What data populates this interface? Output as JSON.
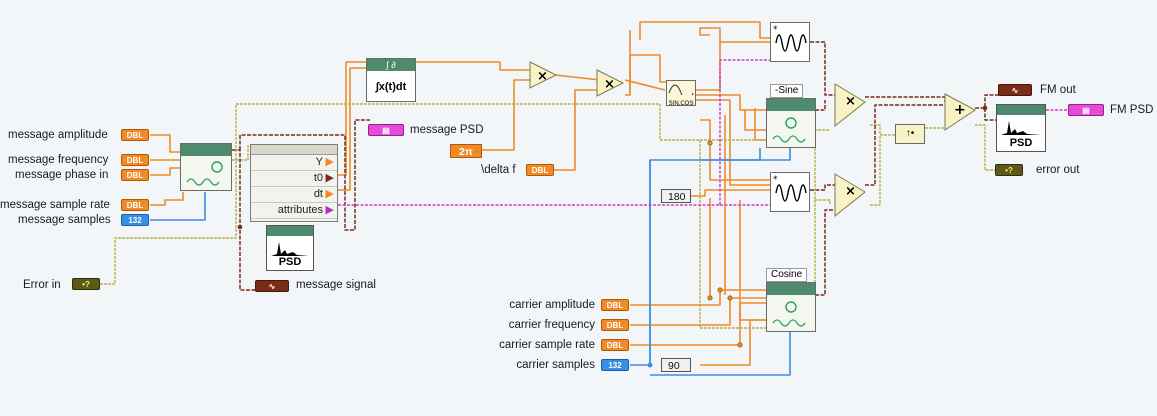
{
  "inputs": {
    "message_amplitude": "message amplitude",
    "message_frequency": "message frequency",
    "message_phase_in": "message phase in",
    "message_sample_rate": "message sample rate",
    "message_samples": "message samples",
    "error_in": "Error in",
    "delta_f": "\\delta f",
    "carrier_amplitude": "carrier amplitude",
    "carrier_frequency": "carrier frequency",
    "carrier_sample_rate": "carrier sample rate",
    "carrier_samples": "carrier samples"
  },
  "outputs": {
    "message_psd": "message PSD",
    "message_signal": "message signal",
    "fm_out": "FM out",
    "fm_psd": "FM PSD",
    "error_out": "error out"
  },
  "terminal_types": {
    "dbl": "DBL",
    "i32": "132"
  },
  "constants": {
    "c180": "180",
    "c90": "90",
    "two_pi": "2π"
  },
  "labels": {
    "minus_sine": "-Sine",
    "cosine": "Cosine",
    "integral_sym": "∫x(t)dt",
    "psd": "PSD",
    "sincos": "SIN,COS"
  },
  "property_node": {
    "rows": [
      "Y",
      "t0",
      "dt",
      "attributes"
    ]
  },
  "colors": {
    "orange_wire": "#f08a28",
    "blue_wire": "#3a8ee6",
    "error_wire": "#b8b440",
    "wave_wire": "#7a2c18",
    "psd_wire": "#d43ac8"
  }
}
